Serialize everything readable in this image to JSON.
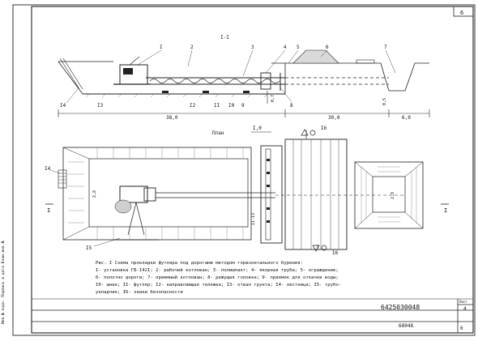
{
  "sheet": {
    "page_corner": "6",
    "page_bottom": "6",
    "doc_code": "6425030048",
    "archive_no": "68048",
    "sheet_label": "Лист",
    "sheet_no": "4",
    "side_stamp": "Инв.№ подл.  Подпись и дата  Взам.инв.№"
  },
  "section": {
    "title": "I-I",
    "callouts": [
      "I",
      "2",
      "3",
      "4",
      "5",
      "6",
      "7",
      "8",
      "9",
      "I0",
      "II",
      "I2",
      "I3",
      "I4"
    ],
    "dim_left": "38,0",
    "dim_mid": "30,0",
    "dim_right": "6,0",
    "dim_v1": "0,7",
    "dim_v2": "0,5"
  },
  "plan": {
    "title": "План",
    "dim_top": "I,0",
    "dim_v_mid": "II-I3",
    "dim_pit_left": "2,8",
    "dim_pit_right": "2,8",
    "cut_marks": [
      "I",
      "I"
    ],
    "callouts": [
      "I4",
      "I5",
      "I6",
      "I6"
    ]
  },
  "caption": {
    "lines": [
      "Рис. I Схема прокладки футляра под дорогами методом горизонтального бурения:",
      "I- установка ГБ-I42I;  2- рабочий котлован;  3- полишпакт;  4- якорная труба; 5- ограждение;",
      "6- полотно дороги; 7- приемный котлован; 8- режущая головка; 9- приямок для откачки воды;",
      "I0- шнек; II- футляр; I2- направляющая тележка; I3- отвал грунта; I4- лестница; I5- трубо-",
      "укладчик; I6- знаки безопасности"
    ]
  }
}
